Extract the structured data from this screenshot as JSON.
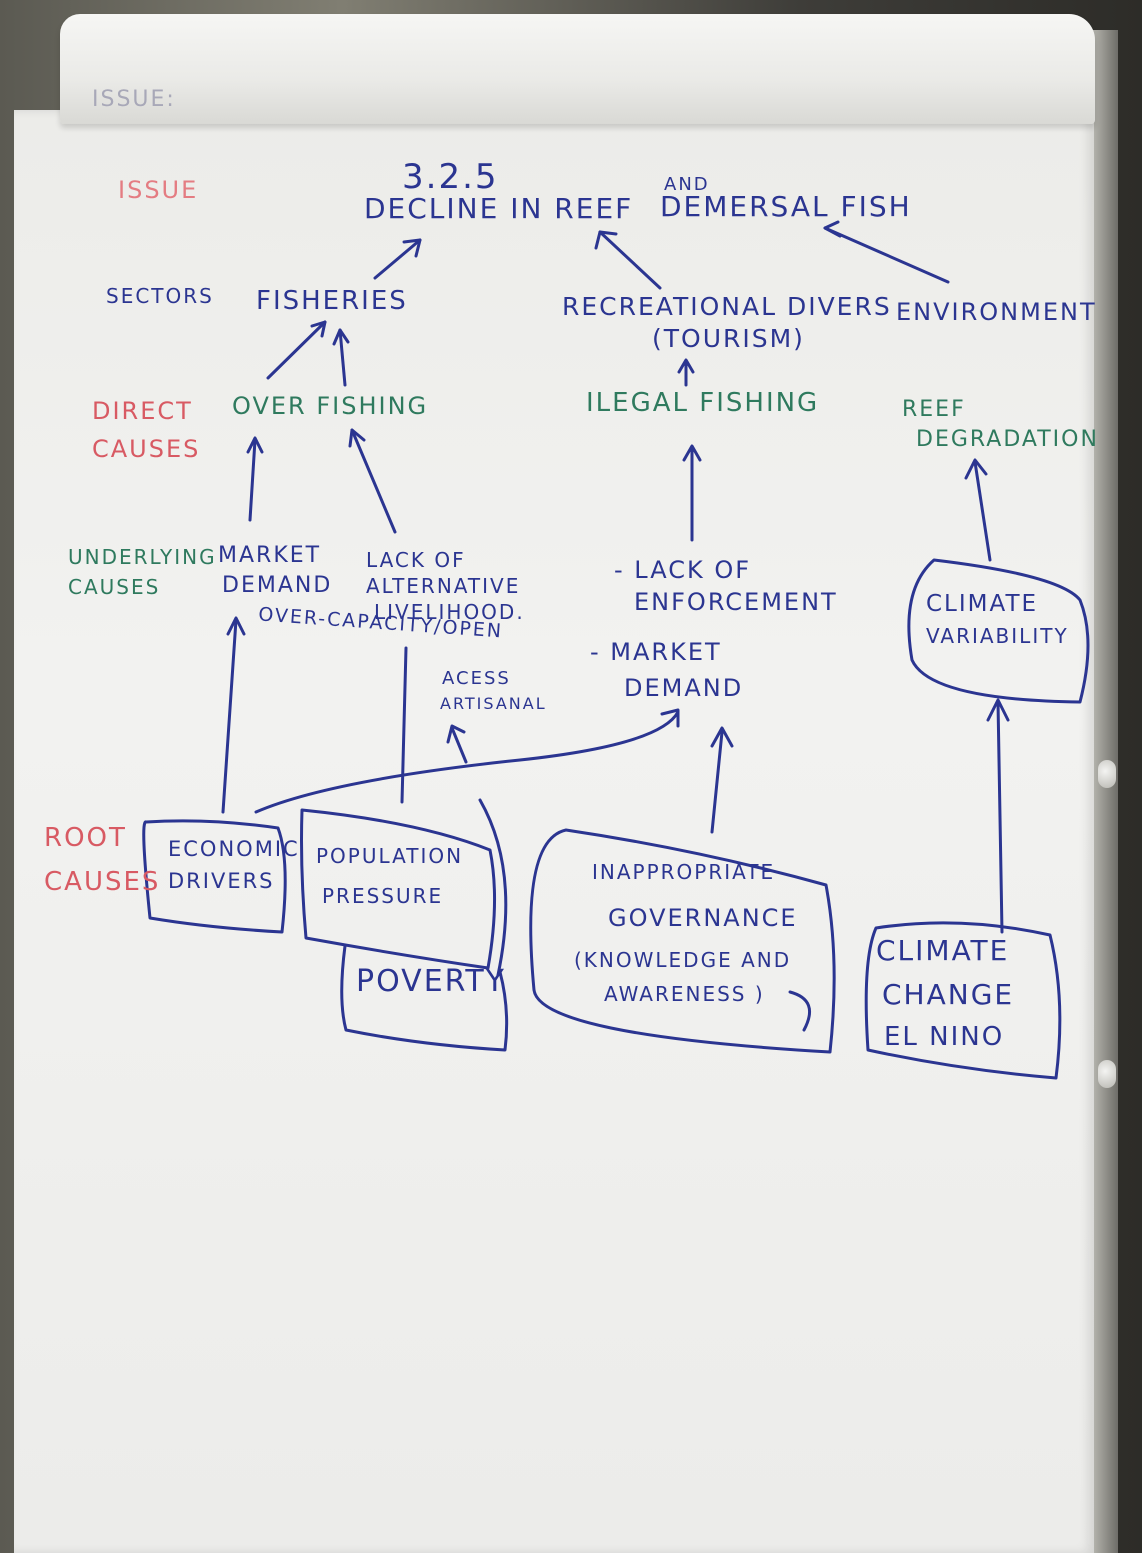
{
  "header": {
    "flipchart_label": "ISSUE:"
  },
  "row_labels": {
    "issue": "ISSUE",
    "sectors": "SECTORS",
    "direct_causes": "DIRECT CAUSES",
    "underlying_causes": "UNDERLYING CAUSES",
    "root_causes": "ROOT CAUSES"
  },
  "issue": {
    "number": "3.2.5",
    "title_part1": "DECLINE IN REEF",
    "title_insert": "AND",
    "title_part2": "DEMERSAL FISH"
  },
  "sectors": {
    "fisheries": "FISHERIES",
    "recreational": "RECREATIONAL DIVERS",
    "tourism": "(TOURISM)",
    "environment": "ENVIRONMENT"
  },
  "direct_causes": {
    "overfishing": "OVER FISHING",
    "illegal_fishing": "ILEGAL FISHING",
    "reef_line1": "REEF",
    "reef_line2": "DEGRADATION"
  },
  "underlying_causes": {
    "market_demand_1": "MARKET",
    "market_demand_2": "DEMAND",
    "lack_alt_1": "LACK OF",
    "lack_alt_2": "ALTERNATIVE",
    "lack_alt_3": "LIVELIHOOD.",
    "overcapacity_1": "OVER-CAPACITY/OPEN",
    "overcapacity_2": "ACESS",
    "overcapacity_3": "ARTISANAL",
    "lack_enf_1": "- LACK OF",
    "lack_enf_2": "ENFORCEMENT",
    "market_demand_b_1": "- MARKET",
    "market_demand_b_2": "DEMAND",
    "climate_var_1": "CLIMATE",
    "climate_var_2": "VARIABILITY"
  },
  "root_causes": {
    "economic_1": "ECONOMIC",
    "economic_2": "DRIVERS",
    "population_1": "POPULATION",
    "population_2": "PRESSURE",
    "poverty": "POVERTY",
    "governance_1": "INAPPROPRIATE",
    "governance_2": "GOVERNANCE",
    "governance_3": "(KNOWLEDGE AND",
    "governance_4": "AWARENESS )",
    "climate_change_1": "CLIMATE",
    "climate_change_2": "CHANGE",
    "climate_change_3": "EL NINO"
  },
  "colors": {
    "blue_ink": "#2b3591",
    "green_ink": "#2f7a5e",
    "red_ink": "#d85a63"
  }
}
